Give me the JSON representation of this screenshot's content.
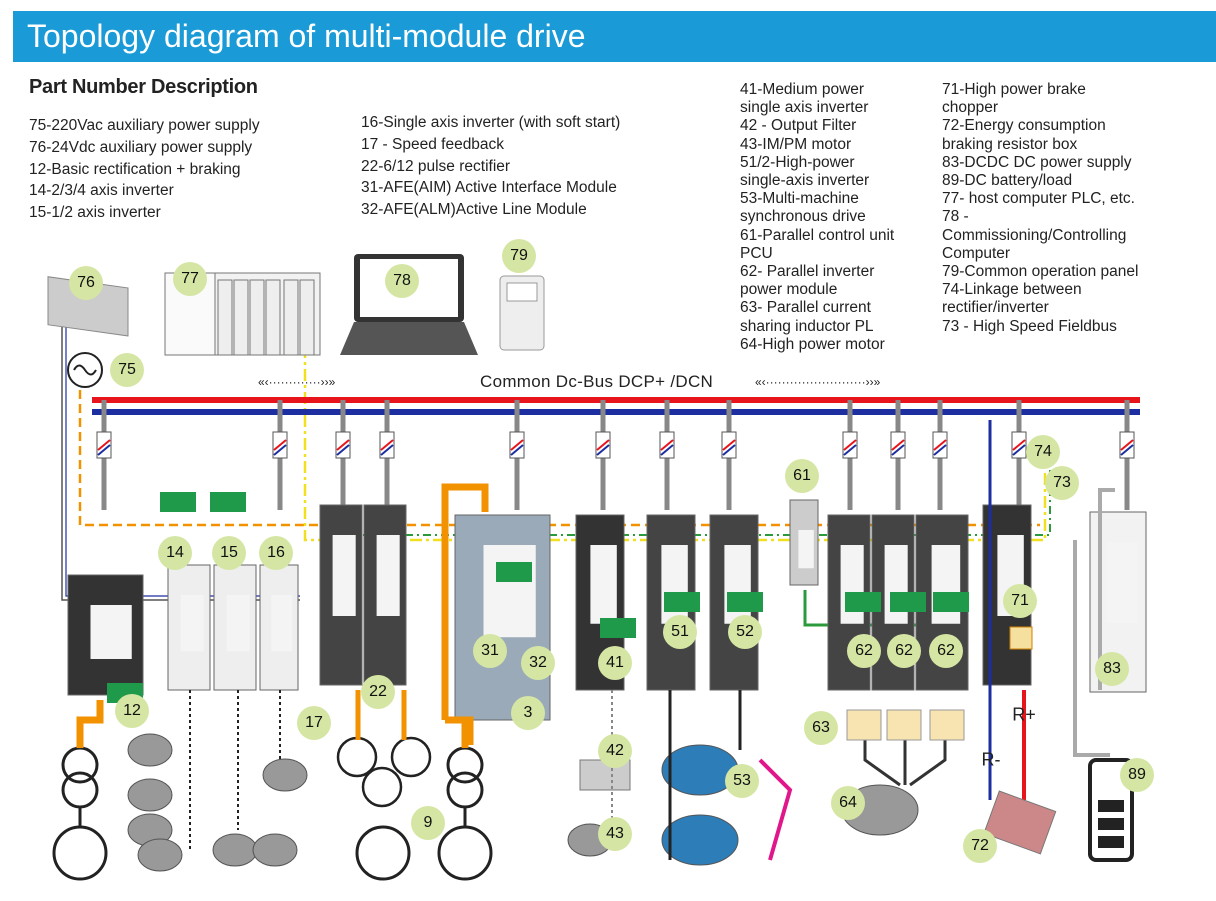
{
  "title": "Topology diagram of multi-module drive",
  "part_heading": "Part Number Description",
  "col1": [
    "75-220Vac auxiliary power supply",
    "76-24Vdc auxiliary power supply",
    "12-Basic rectification + braking",
    "14-2/3/4 axis inverter",
    "15-1/2 axis inverter"
  ],
  "col2": [
    "16-Single axis inverter (with soft start)",
    "17 - Speed feedback",
    "22-6/12 pulse rectifier",
    "31-AFE(AIM) Active Interface Module",
    "32-AFE(ALM)Active Line Module"
  ],
  "col3": [
    "41-Medium power",
    "single axis inverter",
    "42 - Output Filter",
    "43-IM/PM motor",
    "51/2-High-power",
    "single-axis inverter",
    "53-Multi-machine",
    "synchronous drive",
    "61-Parallel control unit",
    "PCU",
    "62- Parallel inverter",
    "power module",
    "63- Parallel current",
    "sharing inductor PL",
    "64-High power motor"
  ],
  "col4": [
    "71-High power brake",
    "chopper",
    "72-Energy consumption",
    "braking resistor box",
    "83-DCDC DC power supply",
    "89-DC battery/load",
    "77- host computer PLC, etc.",
    "78 -",
    "Commissioning/Controlling",
    "Computer",
    "79-Common operation panel",
    "74-Linkage between",
    "rectifier/inverter",
    "73 - High Speed Fieldbus"
  ],
  "bus_label": "Common Dc-Bus  DCP+ /DCN",
  "badges": {
    "b76": "76",
    "b77": "77",
    "b78": "78",
    "b79": "79",
    "b75": "75",
    "b14": "14",
    "b15": "15",
    "b16": "16",
    "b12": "12",
    "b17": "17",
    "b22": "22",
    "b31": "31",
    "b32": "32",
    "b3": "3",
    "b41": "41",
    "b42": "42",
    "b43": "43",
    "b51": "51",
    "b52": "52",
    "b53": "53",
    "b61": "61",
    "b62a": "62",
    "b62b": "62",
    "b62c": "62",
    "b63": "63",
    "b64": "64",
    "b71": "71",
    "b72": "72",
    "b74": "74",
    "b73": "73",
    "b83": "83",
    "b89": "89",
    "b9": "9"
  },
  "rplus": "R+",
  "rminus": "R-",
  "colors": {
    "banner": "#1a9bd7",
    "bus_pos": "#e8141c",
    "bus_neg": "#1c2ea0",
    "badge": "#d5e6a4",
    "fieldbus": "#f0e020",
    "aux": "#f39200"
  }
}
